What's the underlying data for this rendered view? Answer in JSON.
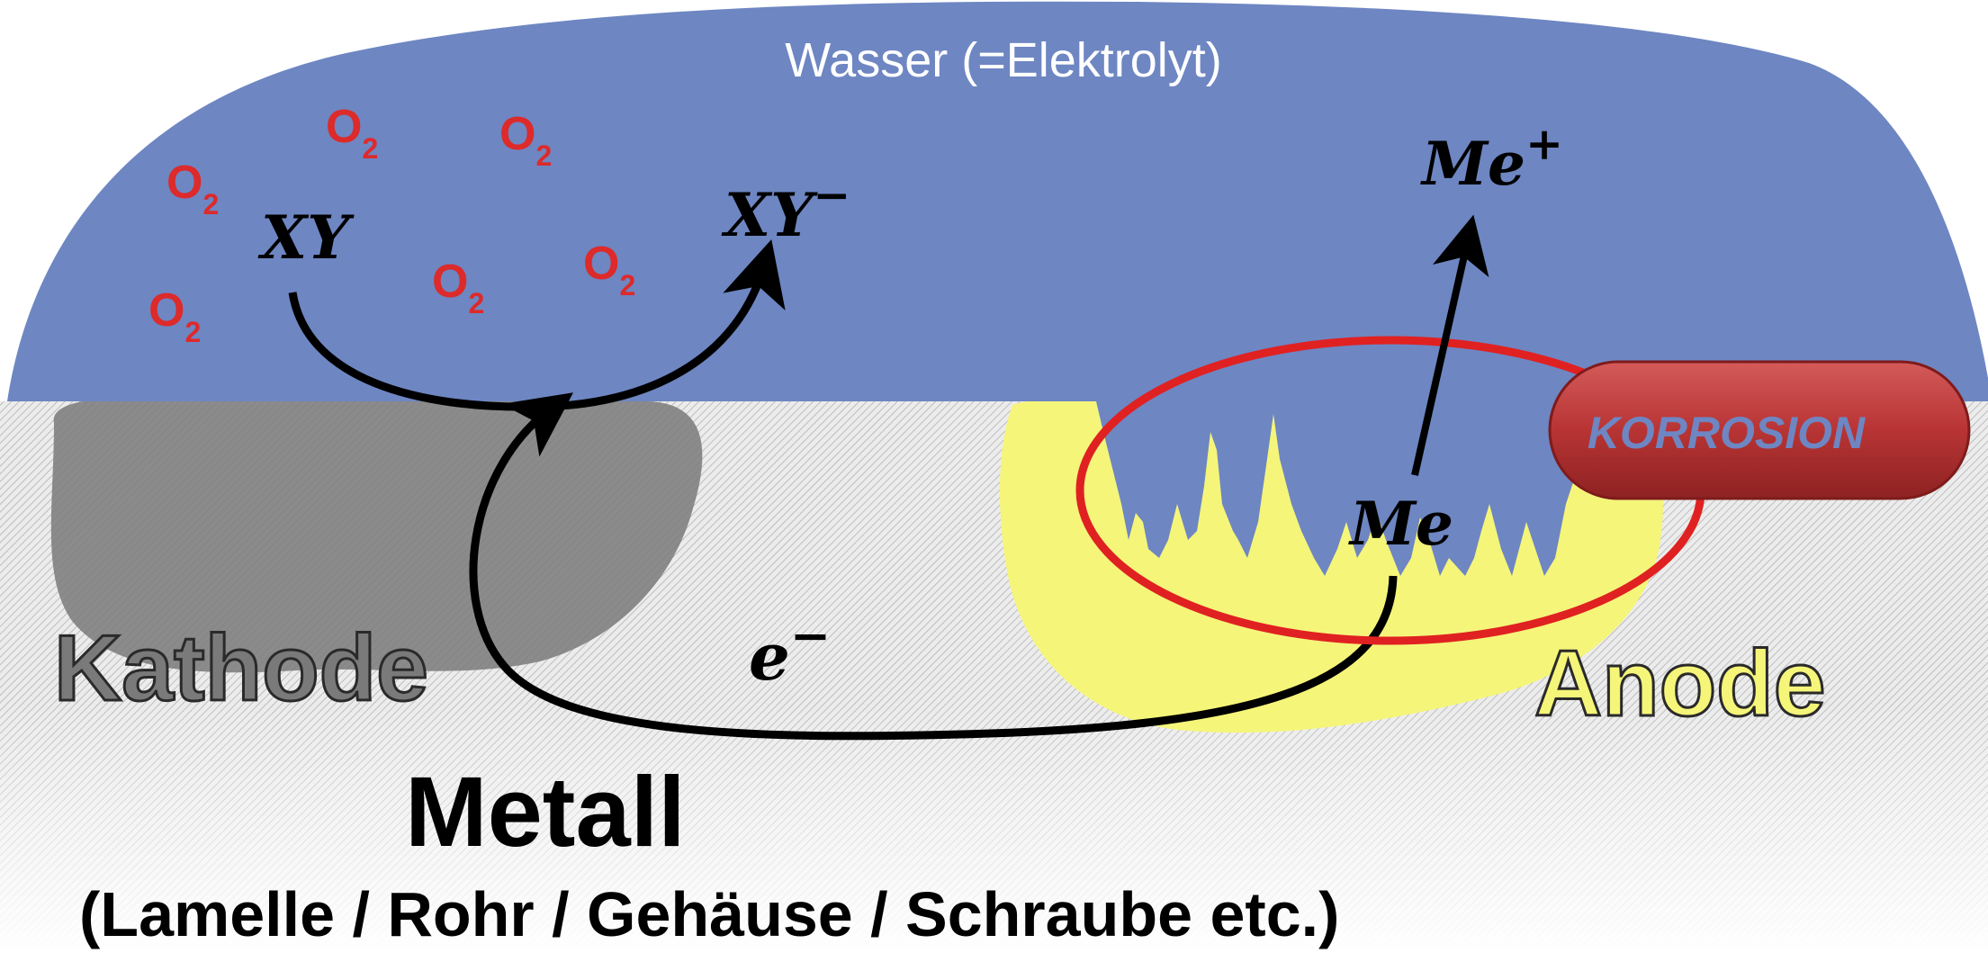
{
  "water": {
    "label": "Wasser (=Elektrolyt)",
    "color": "#6e86c2"
  },
  "oxygen": {
    "base": "O",
    "sub": "2",
    "color": "#dd2a2a"
  },
  "cathode_reaction": {
    "reactant": "XY",
    "product": "XY",
    "product_charge": "−"
  },
  "anode_reaction": {
    "metal": "Me",
    "ion": "Me",
    "ion_charge": "+"
  },
  "electron": {
    "symbol": "e",
    "charge": "−"
  },
  "corrosion_badge": {
    "label": "KORROSION",
    "color": "#b83434",
    "text_color": "#6e86c2"
  },
  "cathode": {
    "label": "Kathode",
    "color": "#7a7a7a"
  },
  "anode": {
    "label": "Anode",
    "color": "#f5f57a"
  },
  "metal": {
    "title": "Metall",
    "subtitle": "(Lamelle / Rohr / Gehäuse / Schraube etc.)"
  }
}
